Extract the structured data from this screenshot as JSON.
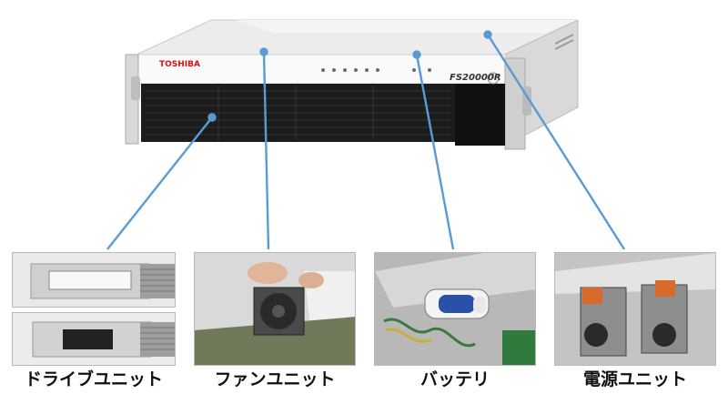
{
  "server": {
    "brand": "TOSHIBA",
    "model": "FS20000R"
  },
  "components": [
    {
      "label": "ドライブユニット"
    },
    {
      "label": "ファンユニット"
    },
    {
      "label": "バッテリ"
    },
    {
      "label": "電源ユニット"
    }
  ],
  "colors": {
    "callout_line": "#5b9bd5",
    "bezel": "#1a1a1a",
    "chassis": "#e8e8e8"
  }
}
